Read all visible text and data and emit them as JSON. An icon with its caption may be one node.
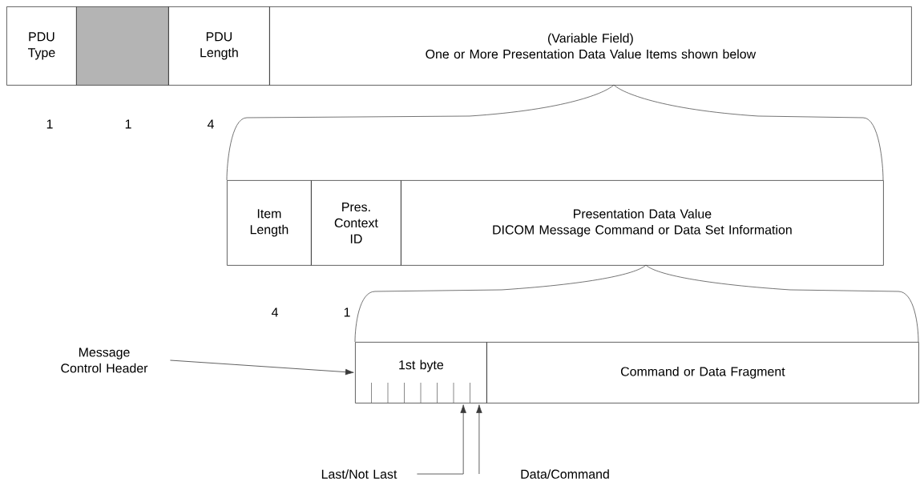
{
  "diagram": {
    "nodes": [
      {
        "text": [
          "PDU Type"
        ]
      },
      {
        "text": [],
        "shape": "box"
      },
      {
        "text": [
          "PDU Length"
        ]
      },
      {
        "text": [
          "(Variable Field)",
          "One or More Presentation Data Value Items shown below"
        ]
      },
      {
        "text": [
          "Item Length"
        ]
      },
      {
        "text": [
          "Pres. Context ID"
        ]
      },
      {
        "text": [
          "Presentation Data Value",
          "DICOM Message Command or Data Set Information"
        ]
      },
      {
        "text": [
          "1st byte"
        ]
      },
      {
        "text": [
          "Command or Data Fragment"
        ]
      },
      {
        "text": [
          "Message Control Header"
        ]
      },
      {
        "text": [
          "Last/Not Last"
        ]
      },
      {
        "text": [
          "Data/Command"
        ]
      }
    ],
    "edges": [
      {
        "from": 9,
        "to": 7,
        "arrow": "to"
      },
      {
        "from": 10,
        "to": 7,
        "arrow": "to"
      },
      {
        "from": 11,
        "to": 7,
        "arrow": "to"
      }
    ],
    "labels": [
      "1",
      "1",
      "4",
      "4",
      "1"
    ]
  }
}
